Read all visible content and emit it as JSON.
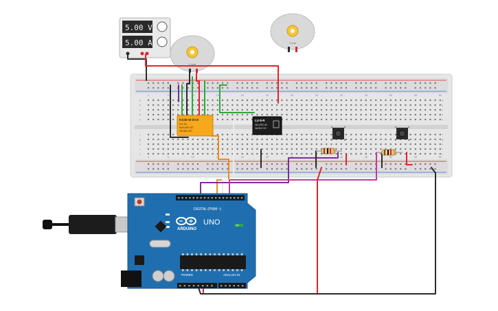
{
  "power_supply": {
    "voltage": "5.00 V",
    "current": "5.00 A"
  },
  "relay_orange": {
    "model": "KS2E-M-DC5",
    "line1": "DC 5V",
    "line2": "5A/125V AC",
    "line3": "2A/30V DC"
  },
  "relay_black": {
    "model": "LU-5-R",
    "line1": "3A/125V AC",
    "line2": "3A/30V DC"
  },
  "motor_label": "1 rpm",
  "arduino": {
    "brand": "ARDUINO",
    "model": "UNO",
    "digital_label": "DIGITAL (PWM ~)",
    "power_label": "POWER",
    "analog_label": "ANALOG IN",
    "on_label": "ON"
  },
  "breadboard": {
    "col_numbers": [
      "1",
      "5",
      "10",
      "15",
      "20",
      "25",
      "30",
      "35",
      "40",
      "45",
      "50",
      "55",
      "60"
    ],
    "row_letters": [
      "a",
      "b",
      "c",
      "d",
      "e",
      "f",
      "g",
      "h",
      "i",
      "j"
    ]
  },
  "colors": {
    "wire_red": "#e0242a",
    "wire_black": "#2b2b2b",
    "wire_green": "#2fa83a",
    "wire_orange": "#ef8a1c",
    "wire_purple": "#7a2e9a",
    "wire_magenta": "#c43a9e",
    "arduino_blue": "#1f6fb0",
    "relay_orange": "#f7a81b"
  }
}
